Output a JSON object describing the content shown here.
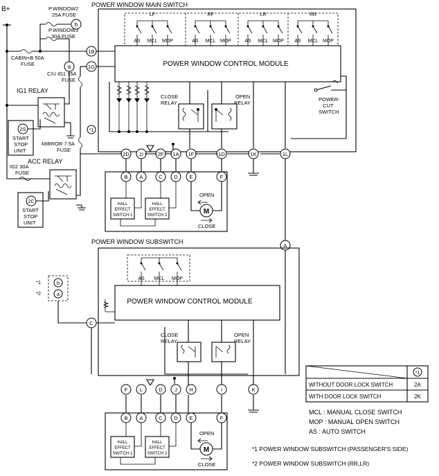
{
  "b_plus": "B+",
  "title_main": "POWER WINDOW MAIN SWITCH",
  "title_sub": "POWER WINDOW SUBSWITCH",
  "doors": [
    "LF",
    "RF",
    "LR",
    "RR"
  ],
  "switch_labels": [
    "AS",
    "MCL",
    "MOP"
  ],
  "pwcm": "POWER WINDOW CONTROL MODULE",
  "close_relay": [
    "CLOSE",
    "RELAY"
  ],
  "open_relay": [
    "OPEN",
    "RELAY"
  ],
  "power_cut": [
    "POWER-",
    "CUT",
    "SWITCH"
  ],
  "motor": "M",
  "open_text": "OPEN",
  "close_text": "CLOSE",
  "hall1": [
    "HALL",
    "EFFECT",
    "SWITCH 1"
  ],
  "hall2": [
    "HALL",
    "EFFECT",
    "SWITCH 2"
  ],
  "fuses": {
    "pw2": [
      "P.WINDOW2",
      "25A FUSE"
    ],
    "pw3": [
      "P.WINDOW3",
      "30A FUSE"
    ],
    "cabin": [
      "CABIN+B 50A",
      "FUSE"
    ],
    "cu_ig1": [
      "C/U IG1 15A",
      "FUSE"
    ],
    "mirror": [
      "MIRROR 7.5A",
      "FUSE"
    ],
    "ig2": [
      "IG2 30A",
      "FUSE"
    ]
  },
  "ig1_relay": "IG1 RELAY",
  "acc_relay": "ACC RELAY",
  "start_stop_unit": [
    "START",
    "STOP",
    "UNIT"
  ],
  "ssu_ig1_terminal": "2S",
  "ssu_acc_terminal": "2C",
  "link_a": "a",
  "link_b": "b",
  "note_star": "*1",
  "main_terminals": {
    "t1B": "1B",
    "t1G": "1G",
    "t2D": "2D",
    "t1I": "1I",
    "t2F": "2F",
    "t1A": "1A",
    "t1F": "1F",
    "t1D": "1D",
    "t1K": "1K",
    "t1L": "1L"
  },
  "motor_conn_main": [
    "B",
    "A",
    "C",
    "D",
    "E",
    "F"
  ],
  "sub_terminals": [
    "F",
    "L",
    "D",
    "J",
    "H",
    "I",
    "K"
  ],
  "sub_terminal_A": "A",
  "sub_terminal_C": "C",
  "motor_conn_sub": [
    "B",
    "A",
    "C",
    "D",
    "E",
    "F"
  ],
  "star_labels": [
    "*1",
    "*2"
  ],
  "table": {
    "header": "*1",
    "rows": [
      {
        "label": "WITHOUT DOOR LOCK SWITCH",
        "value": "2A"
      },
      {
        "label": "WITH DOOR LOCK SWITCH",
        "value": "2K"
      }
    ]
  },
  "legend": [
    "MCL : MANUAL CLOSE SWITCH",
    "MOP : MANUAL OPEN SWITCH",
    "AS : AUTO SWITCH"
  ],
  "notes": [
    "*1 POWER WINDOW SUBSWITCH (PASSENGER'S SIDE)",
    "*2 POWER WINDOW SUBSWITCH (RR,LR)"
  ]
}
